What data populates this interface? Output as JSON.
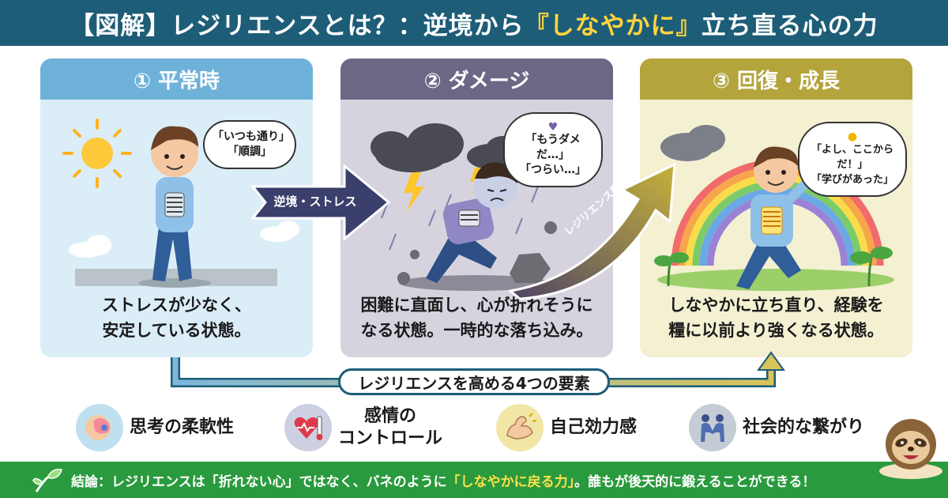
{
  "header": {
    "title_before": "【図解】レジリエンスとは？：逆境から",
    "title_highlight": "『しなやかに』",
    "title_after": "立ち直る心の力"
  },
  "panels": [
    {
      "title": "① 平常時",
      "bubble": [
        "「いつも通り」",
        "「順調」"
      ],
      "caption": [
        "ストレスが少なく、",
        "安定している状態。"
      ]
    },
    {
      "title": "② ダメージ",
      "bubble": [
        "「もうダメだ…」",
        "「つらい…」"
      ],
      "caption": [
        "困難に直面し、心が折れそうに",
        "なる状態。一時的な落ち込み。"
      ]
    },
    {
      "title": "③ 回復・成長",
      "bubble": [
        "「よし、ここからだ！」",
        "「学びがあった」"
      ],
      "caption": [
        "しなやかに立ち直り、経験を",
        "糧に以前より強くなる状態。"
      ]
    }
  ],
  "arrows": {
    "stress_label": "逆境・ストレス",
    "growth_label": "レジリエンス発揮！"
  },
  "factors_title": "レジリエンスを高める4つの要素",
  "factors": [
    {
      "label": "思考の柔軟性",
      "icon": "brain-icon"
    },
    {
      "label_line1": "感情の",
      "label_line2": "コントロール",
      "icon": "heart-thermometer-icon"
    },
    {
      "label": "自己効力感",
      "icon": "flexed-arm-icon"
    },
    {
      "label": "社会的な繋がり",
      "icon": "people-icon"
    }
  ],
  "footer": {
    "before": "結論：レジリエンスは「折れない心」ではなく、バネのように",
    "highlight": "「しなやかに戻る力」",
    "after": "。誰もが後天的に鍛えることができる！"
  },
  "colors": {
    "header_bg": "#1d5d78",
    "highlight": "#ffd43b",
    "panel1_head": "#6fb2d9",
    "panel2_head": "#6d6786",
    "panel3_head": "#b4a43c",
    "footer_bg": "#2a9a3e"
  }
}
